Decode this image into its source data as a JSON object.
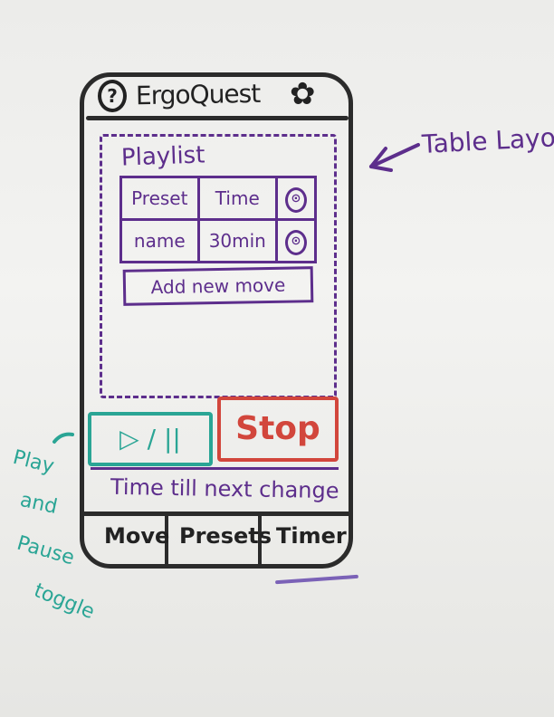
{
  "app": {
    "title": "ErgoQuest"
  },
  "header": {
    "help_icon_glyph": "?",
    "settings_icon_glyph": "✿"
  },
  "playlist": {
    "label": "Playlist",
    "columns": [
      "Preset",
      "Time",
      "⊙"
    ],
    "rows": [
      {
        "preset": "name",
        "time": "30min",
        "action": "⊙"
      }
    ],
    "add_button": "Add new move"
  },
  "controls": {
    "play_pause_label": "▷ / ||",
    "stop_label": "Stop"
  },
  "status": {
    "time_text": "Time till next change"
  },
  "nav": {
    "items": [
      "Move",
      "Presets",
      "Timer"
    ]
  },
  "annotations": {
    "table_note": "Table Layout?",
    "toggle_note_lines": [
      "Play",
      "and",
      "Pause",
      "toggle"
    ]
  },
  "colors": {
    "purple": "#5d2e8c",
    "teal": "#2aa595",
    "red": "#d2463c",
    "black": "#2b2b2b"
  }
}
